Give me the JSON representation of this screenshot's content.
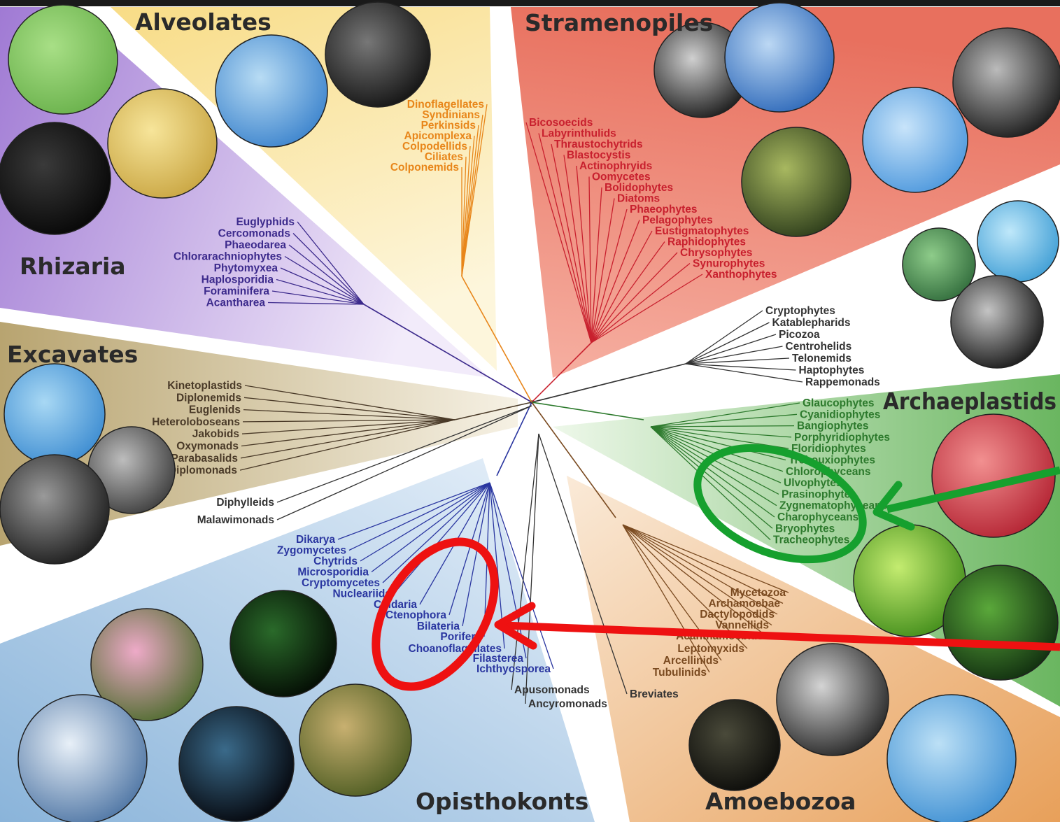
{
  "colors": {
    "rhizaria": "#3c2a8c",
    "alveolates": "#e8861a",
    "stramenopiles": "#c8202e",
    "archaeplastids": "#2d7a2d",
    "amoebozoa": "#7a4a20",
    "opisthokonts": "#2a36a0",
    "excavates": "#4a3a28",
    "misc": "#333333",
    "red_annotation": "#ee1111",
    "green_annotation": "#16a02e"
  },
  "groups": {
    "alveolates": "Alveolates",
    "stramenopiles": "Stramenopiles",
    "rhizaria": "Rhizaria",
    "excavates": "Excavates",
    "archaeplastids": "Archaeplastids",
    "opisthokonts": "Opisthokonts",
    "amoebozoa": "Amoebozoa"
  },
  "taxa": {
    "alveolates": [
      "Dinoflagellates",
      "Syndinians",
      "Perkinsids",
      "Apicomplexa",
      "Colpodellids",
      "Ciliates",
      "Colponemids"
    ],
    "stramenopiles": [
      "Bicosoecids",
      "Labyrinthulids",
      "Thraustochytrids",
      "Blastocystis",
      "Actinophryids",
      "Oomycetes",
      "Bolidophytes",
      "Diatoms",
      "Phaeophytes",
      "Pelagophytes",
      "Eustigmatophytes",
      "Raphidophytes",
      "Chrysophytes",
      "Synurophytes",
      "Xanthophytes"
    ],
    "rhizaria": [
      "Euglyphids",
      "Cercomonads",
      "Phaeodarea",
      "Chlorarachniophytes",
      "Phytomyxea",
      "Haplosporidia",
      "Foraminifera",
      "Acantharea"
    ],
    "hacrobia": [
      "Cryptophytes",
      "Katablepharids",
      "Picozoa",
      "Centrohelids",
      "Telonemids",
      "Haptophytes",
      "Rappemonads"
    ],
    "archaeplastids": [
      "Glaucophytes",
      "Cyanidiophytes",
      "Bangiophytes",
      "Porphyridiophytes",
      "Floridiophytes",
      "Trebouxiophytes",
      "Chlorophyceans",
      "Ulvophytes",
      "Prasinophytes",
      "Zygnematophyceans",
      "Charophyceans",
      "Bryophytes",
      "Tracheophytes"
    ],
    "excavates": [
      "Kinetoplastids",
      "Diplonemids",
      "Euglenids",
      "Heteroloboseans",
      "Jakobids",
      "Oxymonads",
      "Parabasalids",
      "Diplomonads"
    ],
    "misc_left": [
      "Diphylleids",
      "Malawimonads"
    ],
    "opisthokonts": [
      "Dikarya",
      "Zygomycetes",
      "Chytrids",
      "Microsporidia",
      "Cryptomycetes",
      "Nucleariids",
      "Cnidaria",
      "Ctenophora",
      "Bilateria",
      "Porifera",
      "Choanoflagellates",
      "Filasterea",
      "Ichthyosporea"
    ],
    "misc_bottom": [
      "Apusomonads",
      "Ancyromonads",
      "Breviates"
    ],
    "amoebozoa": [
      "Mycetozoa",
      "Archamoebae",
      "Dactylopodids",
      "Vannellids",
      "Acanthamoebids",
      "Leptomyxids",
      "Arcellinids",
      "Tubulinids"
    ]
  },
  "photos": [
    {
      "name": "green-alga-photo",
      "colors": [
        "#a8df86",
        "#68b04a"
      ]
    },
    {
      "name": "radiolarian-photo",
      "colors": [
        "#3a3a3a",
        "#050505"
      ]
    },
    {
      "name": "foraminifera-photo",
      "colors": [
        "#f7e59a",
        "#c8a440"
      ]
    },
    {
      "name": "dinoflagellate-photo",
      "colors": [
        "#b8dcf4",
        "#3a82cc"
      ]
    },
    {
      "name": "ciliate-sem-photo",
      "colors": [
        "#777777",
        "#101010"
      ]
    },
    {
      "name": "coccolith-sem-photo",
      "colors": [
        "#bbbbbb",
        "#151515"
      ]
    },
    {
      "name": "diatom-sem-photo",
      "colors": [
        "#d0d0d0",
        "#151515"
      ]
    },
    {
      "name": "diatom-chain-photo",
      "colors": [
        "#bcd8f4",
        "#2a66b8"
      ]
    },
    {
      "name": "seaweed-photo",
      "colors": [
        "#a8b860",
        "#283818"
      ]
    },
    {
      "name": "amoeba-blue-photo",
      "colors": [
        "#c8e4fa",
        "#4a96dc"
      ]
    },
    {
      "name": "desmid-photo",
      "colors": [
        "#bfe8fa",
        "#3c9cd4"
      ]
    },
    {
      "name": "green-cell-photo",
      "colors": [
        "#8ecc8a",
        "#2f6a3a"
      ]
    },
    {
      "name": "emiliania-photo",
      "colors": [
        "#c4c4c4",
        "#121212"
      ]
    },
    {
      "name": "euglena-photo",
      "colors": [
        "#a8d8f4",
        "#3a8ad0"
      ]
    },
    {
      "name": "excavate-sem-photo",
      "colors": [
        "#bdbdbd",
        "#3a3a3a"
      ]
    },
    {
      "name": "trichomonad-sem-photo",
      "colors": [
        "#9a9a9a",
        "#181818"
      ]
    },
    {
      "name": "red-alga-photo",
      "colors": [
        "#f29090",
        "#b22030"
      ]
    },
    {
      "name": "green-seaweed-photo",
      "colors": [
        "#c4ec70",
        "#3e8a18"
      ]
    },
    {
      "name": "fern-leaves-photo",
      "colors": [
        "#5aa83a",
        "#0e2a0e"
      ]
    },
    {
      "name": "coral-photo",
      "colors": [
        "#eeaac8",
        "#4a6a2a"
      ]
    },
    {
      "name": "fluorescent-cell-photo",
      "colors": [
        "#2a6a2a",
        "#020802"
      ]
    },
    {
      "name": "whale-tail-photo",
      "colors": [
        "#e8f0f8",
        "#4a72a2"
      ]
    },
    {
      "name": "neuron-photo",
      "colors": [
        "#3a6a8a",
        "#030308"
      ]
    },
    {
      "name": "morel-photo",
      "colors": [
        "#c8b070",
        "#4a5a20"
      ]
    },
    {
      "name": "pollen-sem-photo",
      "colors": [
        "#d4d4d4",
        "#202020"
      ]
    },
    {
      "name": "slime-mold-photo",
      "colors": [
        "#4a4a3a",
        "#0a0a08"
      ]
    },
    {
      "name": "amoeba-star-photo",
      "colors": [
        "#bce0f6",
        "#3c8ed2"
      ]
    }
  ]
}
